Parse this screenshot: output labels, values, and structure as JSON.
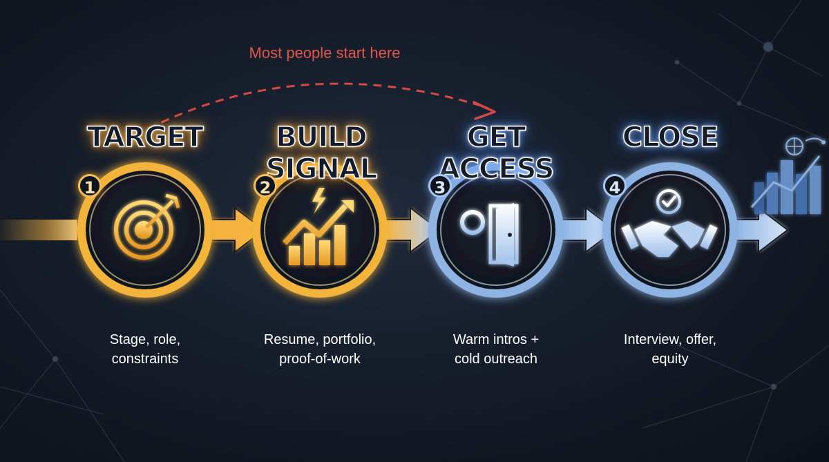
{
  "annotation": "Most people start here",
  "steps": [
    {
      "number": "1",
      "title": "TARGET",
      "description": [
        "Stage, role,",
        "constraints"
      ],
      "icon": "target-arrow-icon"
    },
    {
      "number": "2",
      "title": "BUILD SIGNAL",
      "description": [
        "Resume, portfolio,",
        "proof-of-work"
      ],
      "icon": "growth-chart-bolt-icon"
    },
    {
      "number": "3",
      "title": "GET ACCESS",
      "description": [
        "Warm intros +",
        "cold outreach"
      ],
      "icon": "key-door-icon"
    },
    {
      "number": "4",
      "title": "CLOSE",
      "description": [
        "Interview, offer,",
        "equity"
      ],
      "icon": "handshake-check-icon"
    }
  ],
  "colors": {
    "background": "#141b27",
    "gold_accent": "#f3b43a",
    "blue_accent": "#9cc2f0",
    "annotation_red": "#e0564d",
    "title_fill": "#141b2a"
  }
}
